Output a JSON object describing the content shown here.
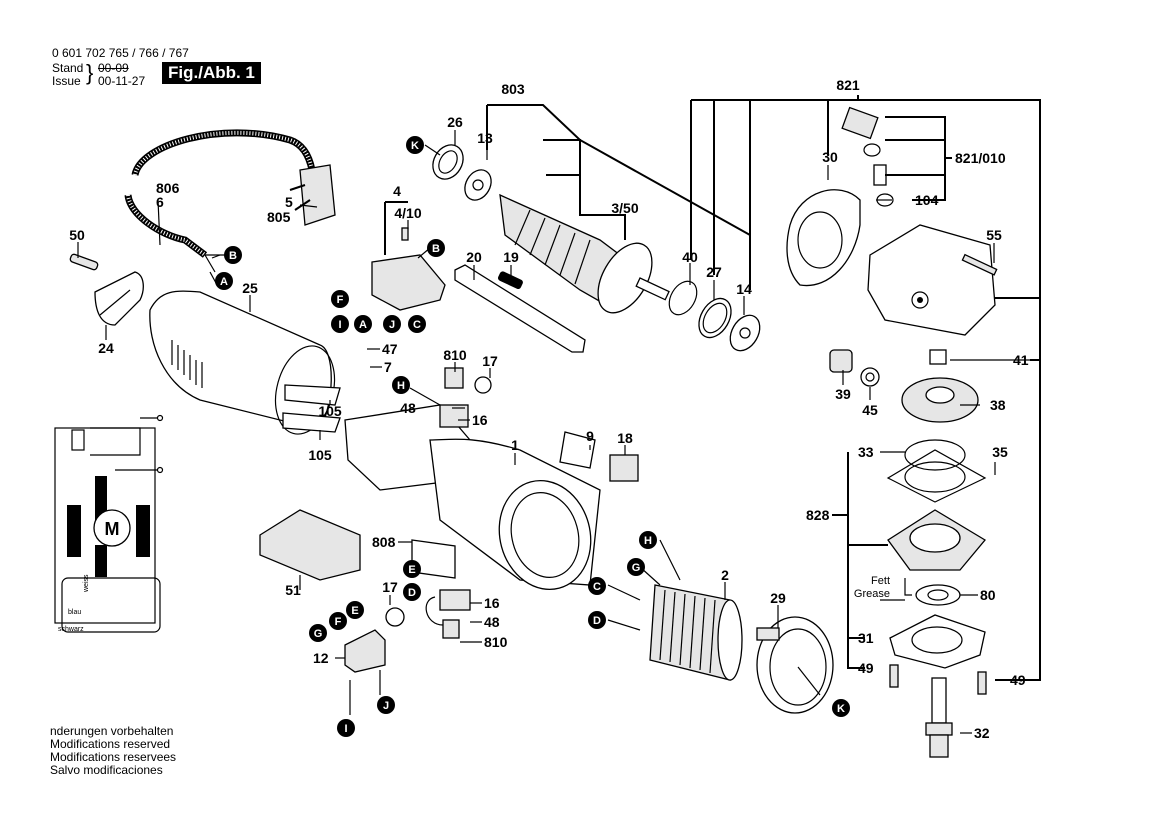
{
  "header": {
    "part_numbers": "0 601 702 765 / 766 / 767",
    "stand_label": "Stand",
    "issue_label": "Issue",
    "stand_value_struck": "00-09",
    "issue_value": "00-11-27",
    "figure_label": "Fig./Abb. 1"
  },
  "footer": {
    "lines": [
      "nderungen vorbehalten",
      "Modifications reserved",
      "Modifications reservees",
      "Salvo modificaciones"
    ]
  },
  "wiring": {
    "motor_label": "M",
    "wire_weiss": "weiss",
    "wire_blau": "blau",
    "wire_schwarz": "schwarz"
  },
  "grease_note": {
    "de": "Fett",
    "en": "Grease"
  },
  "part_labels": {
    "p803": "803",
    "p821": "821",
    "p26": "26",
    "p13": "13",
    "p30": "30",
    "p821_010": "821/010",
    "p806": "806",
    "p6": "6",
    "p5": "5",
    "p805": "805",
    "p4": "4",
    "p4_10": "4/10",
    "p3_50": "3/50",
    "p104": "104",
    "p50": "50",
    "p55": "55",
    "p25": "25",
    "p20": "20",
    "p19": "19",
    "p40": "40",
    "p27": "27",
    "p14": "14",
    "p24": "24",
    "p47": "47",
    "p810a": "810",
    "p17a": "17",
    "p7": "7",
    "p41": "41",
    "p105a": "105",
    "p48a": "48",
    "p16a": "16",
    "p39": "39",
    "p45": "45",
    "p38": "38",
    "p105b": "105",
    "p1": "1",
    "p9": "9",
    "p18": "18",
    "p33": "33",
    "p35": "35",
    "p828": "828",
    "p808": "808",
    "p2": "2",
    "p51": "51",
    "p17b": "17",
    "p16b": "16",
    "p48b": "48",
    "p810b": "810",
    "p80": "80",
    "p29": "29",
    "p12": "12",
    "p31": "31",
    "p49a": "49",
    "p49b": "49",
    "p32": "32"
  },
  "connectors": {
    "K1": "K",
    "B1": "B",
    "A1": "A",
    "B2": "B",
    "F1": "F",
    "I1": "I",
    "A2": "A",
    "J1": "J",
    "C1": "C",
    "H1": "H",
    "H2": "H",
    "G1": "G",
    "C2": "C",
    "E1": "E",
    "D1": "D",
    "D2": "D",
    "E2": "E",
    "G2": "G",
    "F2": "F",
    "J2": "J",
    "I2": "I",
    "K2": "K"
  }
}
